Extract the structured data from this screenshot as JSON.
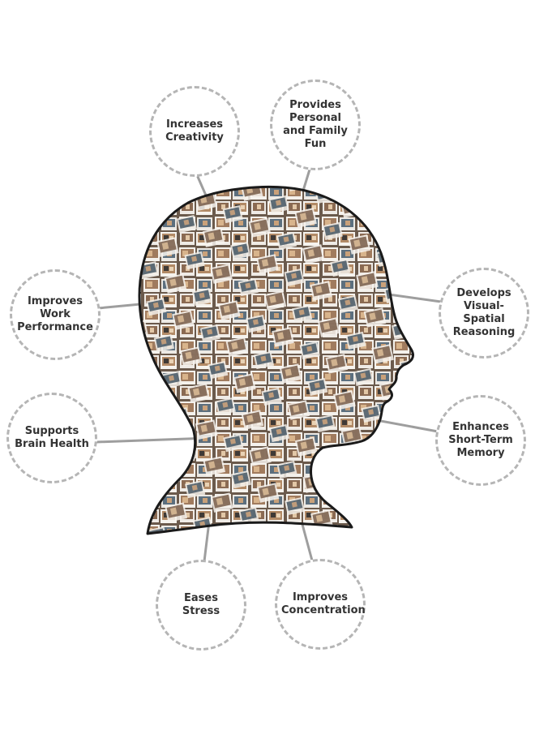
{
  "benefits": {
    "creativity": "Increases\nCreativity",
    "fun": "Provides\nPersonal\nand Family\nFun",
    "work": "Improves\nWork\nPerformance",
    "visual": "Develops\nVisual-Spatial\nReasoning",
    "brain": "Supports\nBrain Health",
    "memory": "Enhances\nShort-Term\nMemory",
    "stress": "Eases\nStress",
    "concentration": "Improves\nConcentration"
  },
  "colors": {
    "circle_border": "#b5b5b5",
    "connector": "#9e9e9e",
    "text": "#333333",
    "head_outline": "#1a1a1a"
  },
  "figure": {
    "type": "head-silhouette-photo-collage",
    "icon": "head-profile-icon"
  }
}
